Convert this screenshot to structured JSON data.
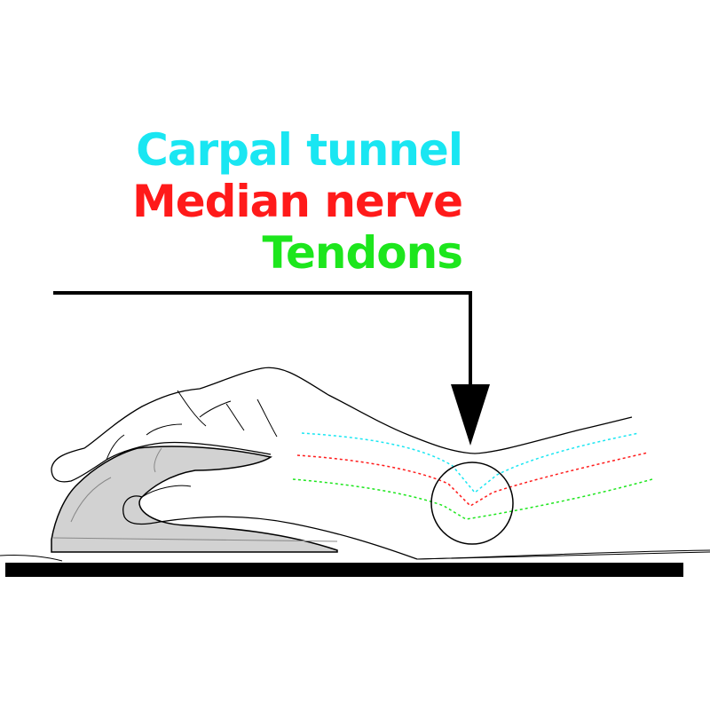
{
  "labels": {
    "carpal_tunnel": "Carpal tunnel",
    "median_nerve": "Median nerve",
    "tendons": "Tendons"
  },
  "colors": {
    "carpal_tunnel": "#19e6f2",
    "median_nerve": "#ff1a1a",
    "tendons": "#1de61d",
    "outline": "#000000",
    "mouse_fill": "#d2d2d2",
    "desk": "#000000"
  }
}
